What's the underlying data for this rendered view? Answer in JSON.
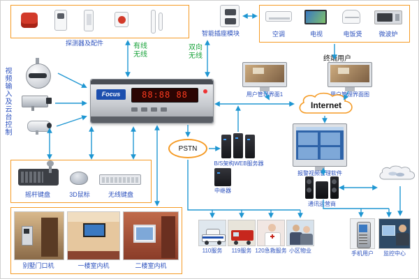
{
  "diagram": {
    "detectors_box_label": "探测器及配件",
    "wired_wireless": "有线无线",
    "two_way_wireless": "双向无线",
    "socket_label": "智能插座模块",
    "appliances": {
      "ac": "空调",
      "tv": "电视",
      "cooker": "电饭煲",
      "microwave": "微波炉"
    },
    "terminal_user": "终端用户",
    "ui_screen1": "用户管理界面1",
    "ui_screen2": "用户管理界面图",
    "internet": "Internet",
    "pstn": "PSTN",
    "video_input_label": "视频输入及云台控制",
    "panel": {
      "brand": "Focus",
      "display": "88:88 88"
    },
    "web_server": "B/S架构WEB服务器",
    "repeater": "中继器",
    "alarm_software": "报警视频管理软件",
    "telecom": "通讯运营商",
    "input_devices": {
      "joystick_keyboard": "摇杆键盘",
      "mouse_3d": "3D鼠标",
      "wireless_keyboard": "无线键盘"
    },
    "intercom": {
      "door": "别墅门口机",
      "floor1": "一楼室内机",
      "floor2": "二楼室内机"
    },
    "services": {
      "s110": "110服务",
      "s119": "119服务",
      "s120": "120急救服务",
      "property": "小区物业"
    },
    "terminals": {
      "mobile": "手机用户",
      "center": "监控中心"
    },
    "colors": {
      "accent_orange": "#f59a23",
      "link_blue": "#1e96d2",
      "label_blue": "#2b50bd",
      "label_green": "#18a23a"
    }
  }
}
